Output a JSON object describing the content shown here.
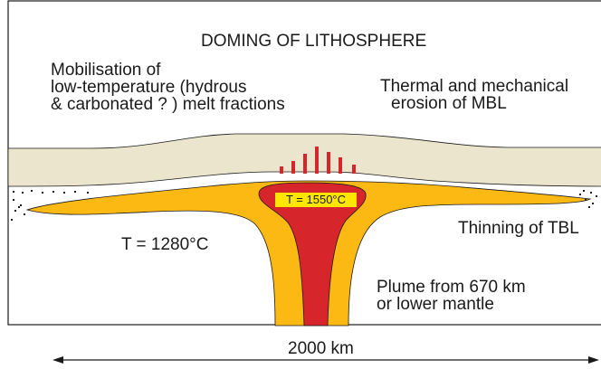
{
  "title": "DOMING OF LITHOSPHERE",
  "labels": {
    "mobilisation": [
      "Mobilisation of",
      "low-temperature (hydrous",
      "& carbonated ? ) melt fractions"
    ],
    "thermal_erosion": [
      "Thermal and mechanical",
      "erosion of MBL"
    ],
    "thinning": "Thinning of TBL",
    "temp_ambient": "T  = 1280°C",
    "temp_plume": "T = 1550°C",
    "plume_source": [
      "Plume from 670 km",
      "or lower mantle"
    ],
    "scale": "2000 km"
  },
  "colors": {
    "lithosphere": "#ebe5cd",
    "plume_outer": "#fdb913",
    "plume_core": "#d6252b",
    "hot_label": "#ffe600",
    "melt_bars": "#d6252b",
    "outline": "#1a1a1a"
  }
}
